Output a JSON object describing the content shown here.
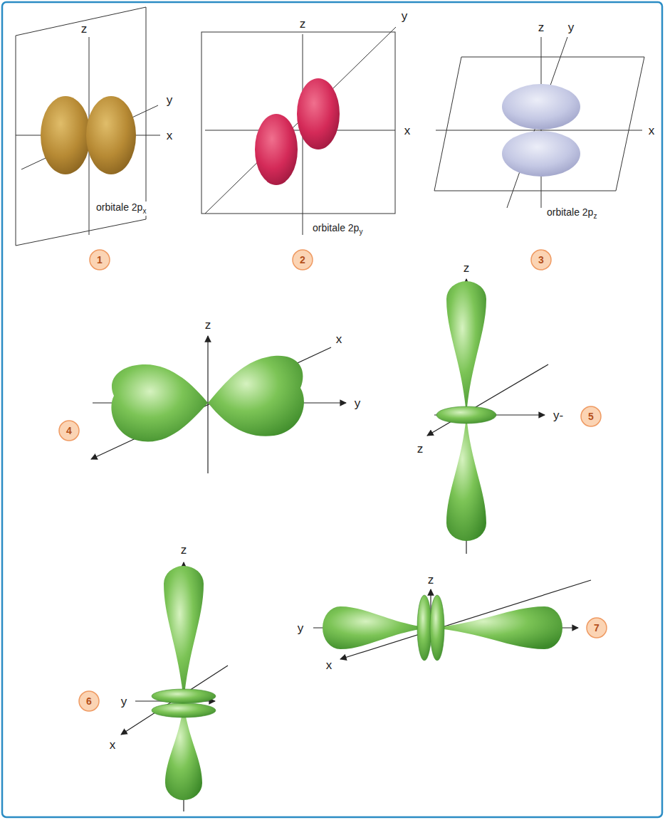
{
  "diagram": {
    "labels": [
      "z",
      "y",
      "x",
      "orbitale 2px",
      "1",
      "z",
      "y",
      "x",
      "orbitale 2py",
      "2",
      "z",
      "y",
      "x",
      "orbitale 2pz",
      "3",
      "z",
      "x",
      "y",
      "4",
      "z",
      "y-",
      "z",
      "5",
      "z",
      "y",
      "x",
      "6",
      "z",
      "y",
      "x",
      "7"
    ]
  }
}
